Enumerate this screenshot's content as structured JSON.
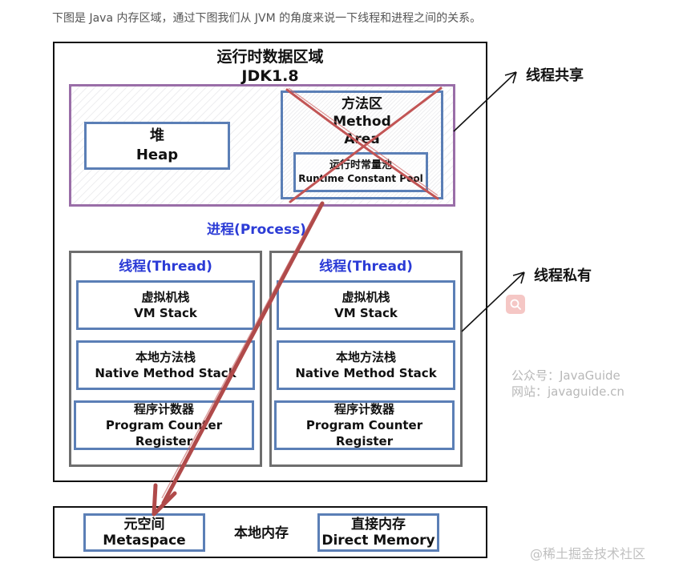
{
  "intro_text": "下图是 Java 内存区域，通过下图我们从 JVM 的角度来说一下线程和进程之间的关系。",
  "runtime_area": {
    "title_line1": "运行时数据区域",
    "title_line2": "JDK1.8"
  },
  "heap": {
    "cn": "堆",
    "en": "Heap"
  },
  "method_area": {
    "cn": "方法区",
    "en_line1": "Method",
    "en_line2": "Area",
    "pool_cn": "运行时常量池",
    "pool_en": "Runtime Constant Pool"
  },
  "process_label": "进程(Process)",
  "threads": [
    {
      "label": "线程(Thread)",
      "vm_stack_cn": "虚拟机栈",
      "vm_stack_en": "VM Stack",
      "native_cn": "本地方法栈",
      "native_en": "Native Method Stack",
      "pc_cn": "程序计数器",
      "pc_en": "Program Counter Register"
    },
    {
      "label": "线程(Thread)",
      "vm_stack_cn": "虚拟机栈",
      "vm_stack_en": "VM Stack",
      "native_cn": "本地方法栈",
      "native_en": "Native Method Stack",
      "pc_cn": "程序计数器",
      "pc_en": "Program Counter Register"
    }
  ],
  "thread_shared_label": "线程共享",
  "thread_private_label": "线程私有",
  "native_memory": {
    "label": "本地内存",
    "metaspace_cn": "元空间",
    "metaspace_en": "Metaspace",
    "direct_cn": "直接内存",
    "direct_en": "Direct Memory"
  },
  "watermark": {
    "line1": "公众号：JavaGuide",
    "line2": "网站：javaguide.cn",
    "footer": "@稀土掘金技术社区"
  },
  "colors": {
    "arrow_red": "#b04a4a",
    "blue_border": "#5b7fb6",
    "purple_border": "#9a6ea8",
    "label_blue": "#2b3bd6"
  }
}
